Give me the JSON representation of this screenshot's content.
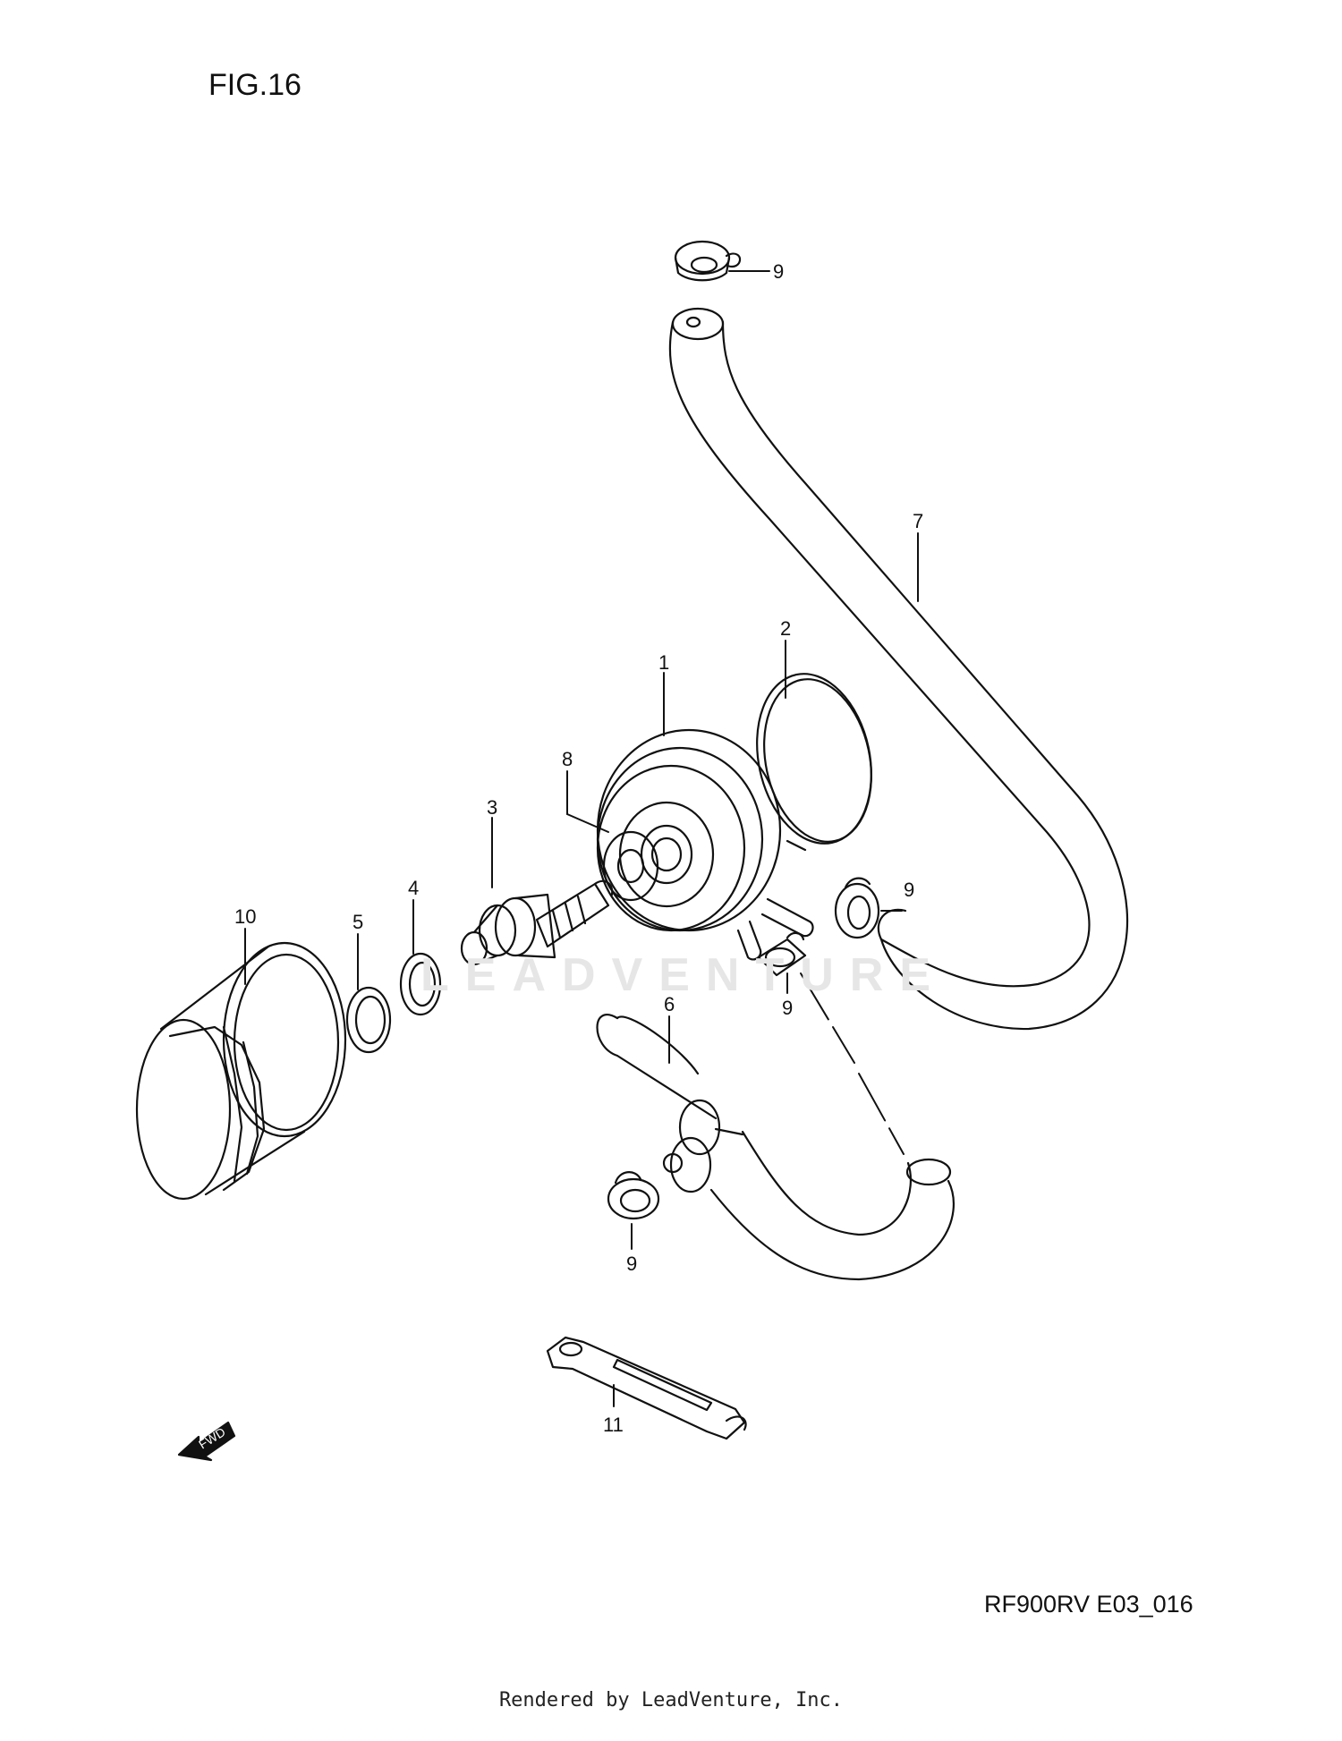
{
  "figure": {
    "title": "FIG.16",
    "diagram_code": "RF900RV E03_016",
    "footer": "Rendered by LeadVenture, Inc.",
    "watermark": "LEADVENTURE",
    "fwd_label": "FWD"
  },
  "callouts": [
    "1",
    "2",
    "3",
    "4",
    "5",
    "6",
    "7",
    "8",
    "9",
    "9",
    "9",
    "9",
    "10",
    "11"
  ]
}
